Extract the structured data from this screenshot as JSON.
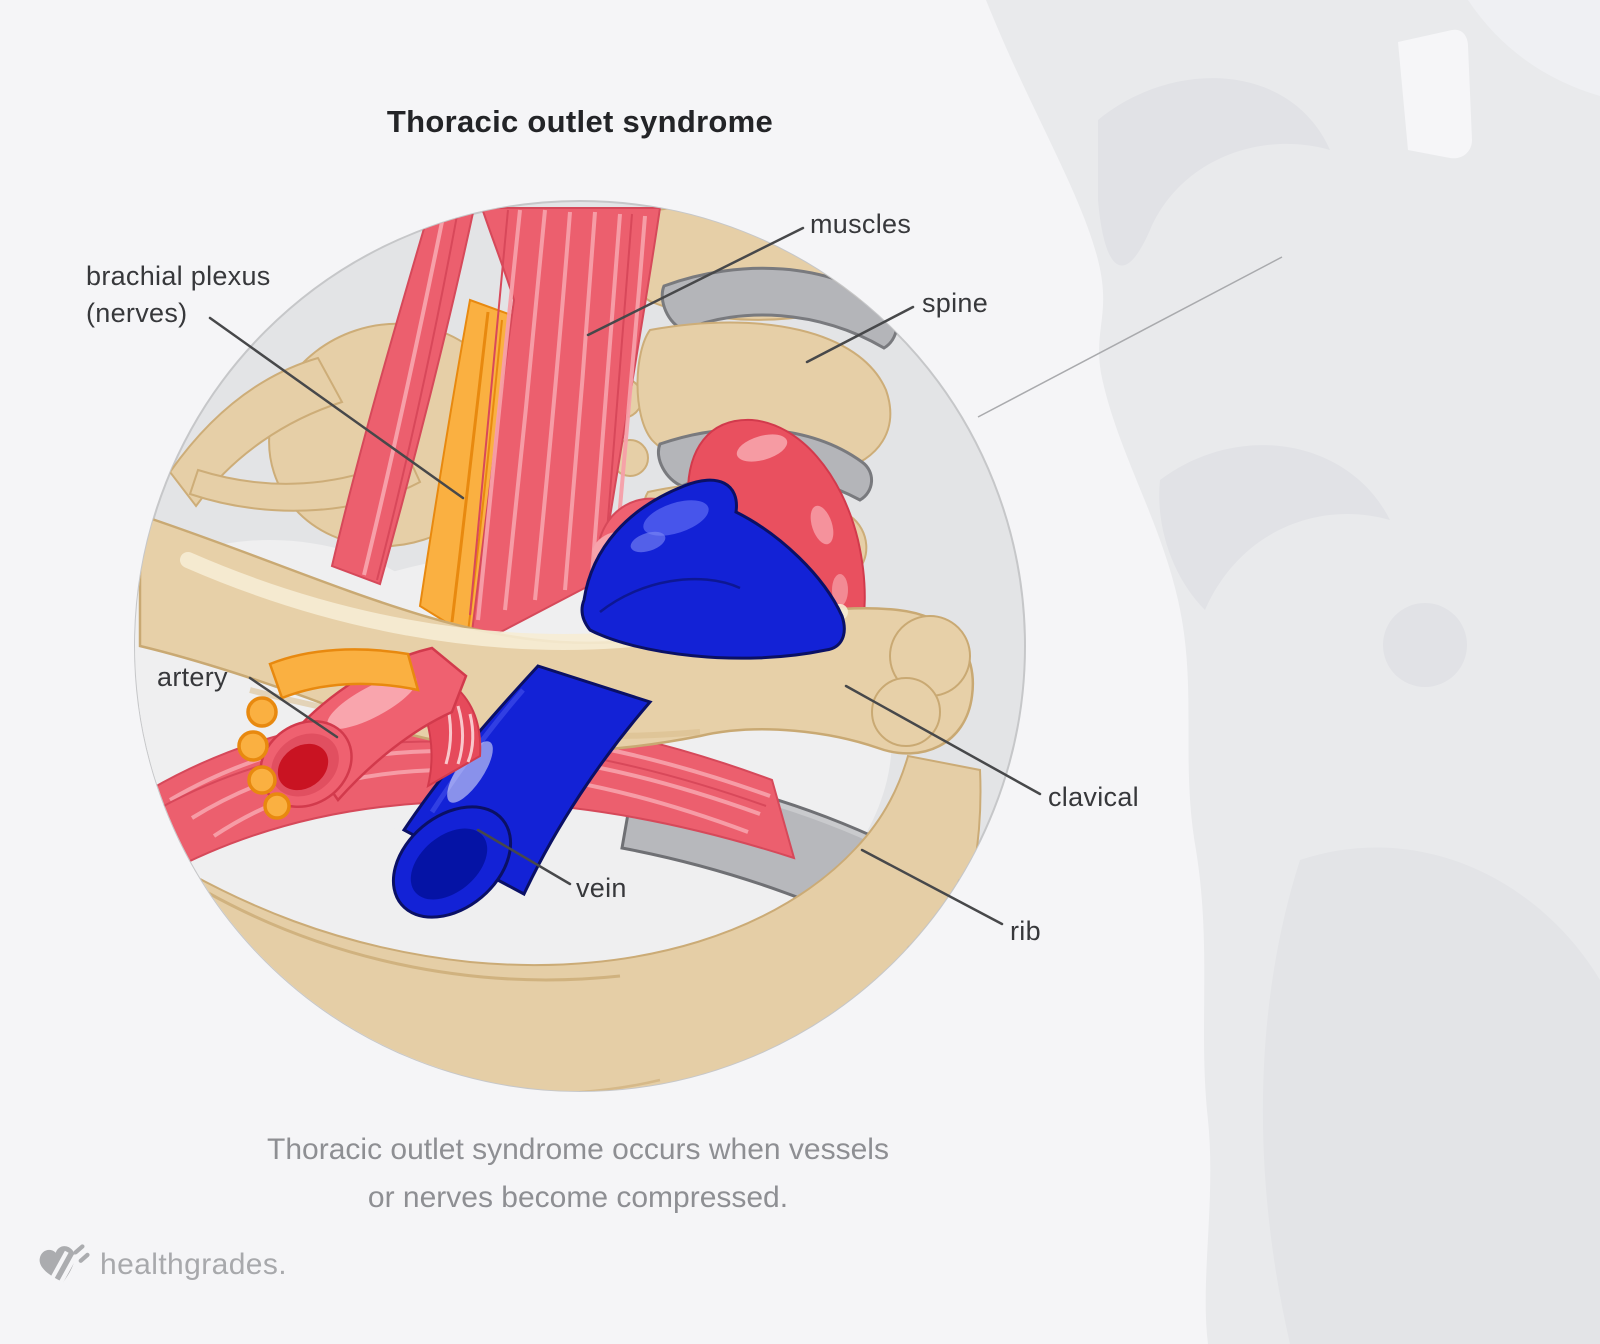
{
  "title": "Thoracic outlet syndrome",
  "labels": {
    "muscles": "muscles",
    "spine": "spine",
    "brachial_line1": "brachial plexus",
    "brachial_line2": "(nerves)",
    "artery": "artery",
    "vein": "vein",
    "clavical": "clavical",
    "rib": "rib"
  },
  "caption": {
    "line1": "Thoracic outlet syndrome occurs when vessels",
    "line2": "or nerves become compressed."
  },
  "logo": {
    "brand": "healthgrades."
  },
  "colors": {
    "page_background": "#f5f5f7",
    "circle_fill": "#e3e4e6",
    "bone_tan": "#e6cfa7",
    "cartilage_gray": "#b4b5b9",
    "muscle_red": "#ec5f6e",
    "artery_pink": "#ef6170",
    "artery_lumen_red": "#c91322",
    "vein_blue": "#1322d6",
    "vein_lumen_navy": "#0513a5",
    "nerve_orange": "#fab041",
    "label_text": "#37383b",
    "caption_text": "#8e8f93",
    "silhouette_gray": "#e9eaec",
    "logo_gray": "#abacaf"
  }
}
